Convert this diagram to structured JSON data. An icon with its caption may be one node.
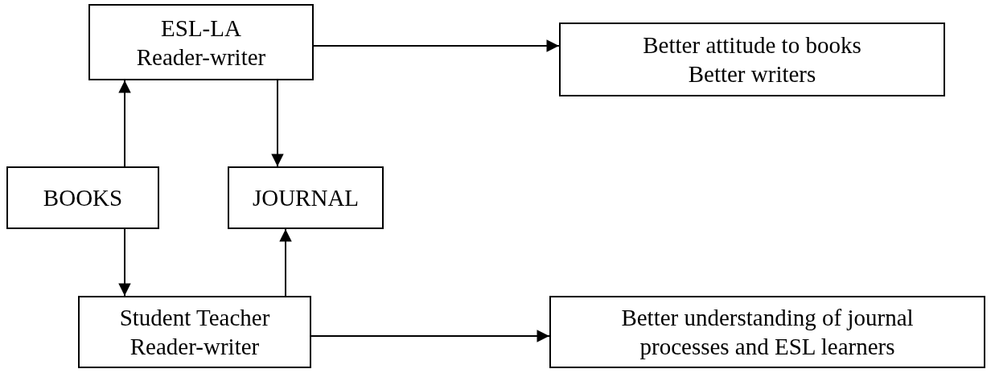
{
  "diagram": {
    "nodes": [
      {
        "text": [
          "ESL-LA",
          "Reader-writer"
        ]
      },
      {
        "text": [
          "Better attitude to books",
          "Better writers"
        ]
      },
      {
        "text": [
          "BOOKS"
        ]
      },
      {
        "text": [
          "JOURNAL"
        ]
      },
      {
        "text": [
          "Student Teacher",
          "Reader-writer"
        ]
      },
      {
        "text": [
          "Better understanding of journal",
          "processes and ESL learners"
        ]
      }
    ],
    "edges": [
      {
        "from": 0,
        "to": 1,
        "arrow": "to"
      },
      {
        "from": 2,
        "to": 0,
        "arrow": "to"
      },
      {
        "from": 0,
        "to": 3,
        "arrow": "to"
      },
      {
        "from": 2,
        "to": 4,
        "arrow": "to"
      },
      {
        "from": 4,
        "to": 3,
        "arrow": "to"
      },
      {
        "from": 4,
        "to": 5,
        "arrow": "to"
      }
    ]
  }
}
